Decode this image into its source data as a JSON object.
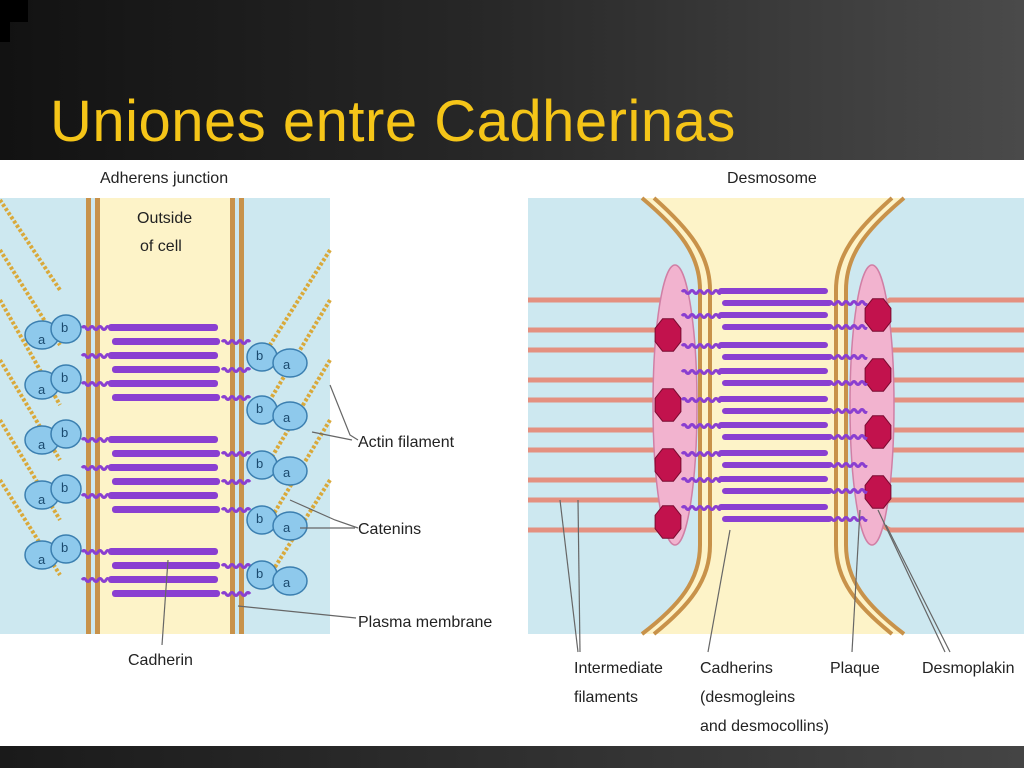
{
  "slide": {
    "title": "Uniones entre Cadherinas"
  },
  "adherens": {
    "heading": "Adherens junction",
    "outside_line1": "Outside",
    "outside_line2": "of cell",
    "labels": {
      "actin": "Actin filament",
      "catenins": "Catenins",
      "plasma": "Plasma membrane",
      "cadherin": "Cadherin"
    },
    "catenin_a": "a",
    "catenin_b": "b"
  },
  "desmosome": {
    "heading": "Desmosome",
    "labels": {
      "if_line1": "Intermediate",
      "if_line2": "filaments",
      "cad_line1": "Cadherins",
      "cad_line2": "(desmogleins",
      "cad_line3": "and desmocollins)",
      "plaque": "Plaque",
      "desmoplakin": "Desmoplakin"
    }
  },
  "colors": {
    "title": "#f5c518",
    "outside_bg": "#cde8f0",
    "intercellular": "#fdf3c8",
    "membrane": "#c8924a",
    "cadherin": "#8a3fd1",
    "catenin": "#8ec9ec",
    "actin": "#d9a93a",
    "plaque": "#f2b3cf",
    "desmoplakin": "#c2124d"
  }
}
